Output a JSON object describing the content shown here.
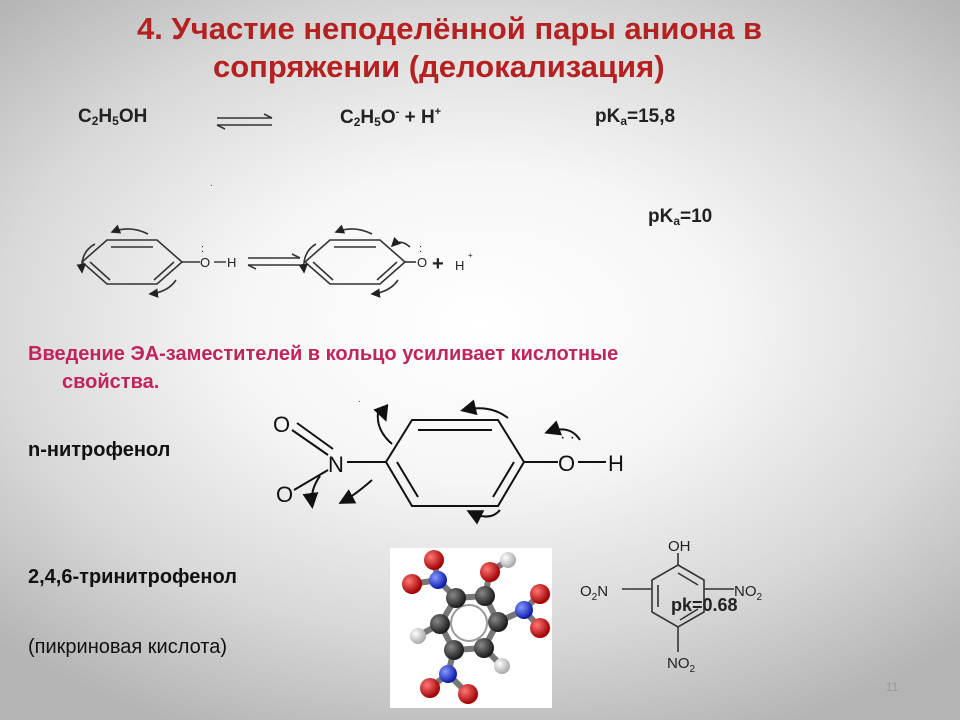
{
  "slide": {
    "title_line1": "4. Участие неподелённой пары аниона в",
    "title_line2": "сопряжении (делокализация)",
    "page_number": "11"
  },
  "ethanol": {
    "reactant": [
      "C",
      "2",
      "H",
      "5",
      "OH"
    ],
    "product": [
      "C",
      "2",
      "H",
      "5",
      "O",
      "-",
      " + H",
      "+"
    ],
    "pka": [
      "pK",
      "a",
      "=15,8"
    ]
  },
  "phenol": {
    "pka": [
      "pK",
      "a",
      "=10"
    ],
    "o_label": "O",
    "h_label": "H",
    "plus_label": "+",
    "h_product": "H",
    "charge": "+",
    "lone_pair": ":"
  },
  "statement": {
    "line1": "Введение ЭА-заместителей в кольцо усиливает кислотные",
    "line2": "свойства."
  },
  "nitrophenol": {
    "name": "n-нитрофенол",
    "o_top": "O",
    "o_bottom": "O",
    "n_label": "N",
    "oh_o": "O",
    "oh_h": "H",
    "lone_pair": "· ·"
  },
  "picric": {
    "name": "2,4,6-тринитрофенол",
    "common_name": "(пикриновая кислота)",
    "oh_label": "OH",
    "left_group": [
      "O",
      "2",
      "N"
    ],
    "right_group": [
      "NO",
      "2"
    ],
    "bottom_group": [
      "NO",
      "2"
    ],
    "pk": "pk=0.68"
  },
  "colors": {
    "title": "#b52020",
    "emphasis": "#c0245c",
    "oxygen": "#d21a1a",
    "nitrogen": "#2233cc",
    "carbon": "#3a3a3a"
  }
}
